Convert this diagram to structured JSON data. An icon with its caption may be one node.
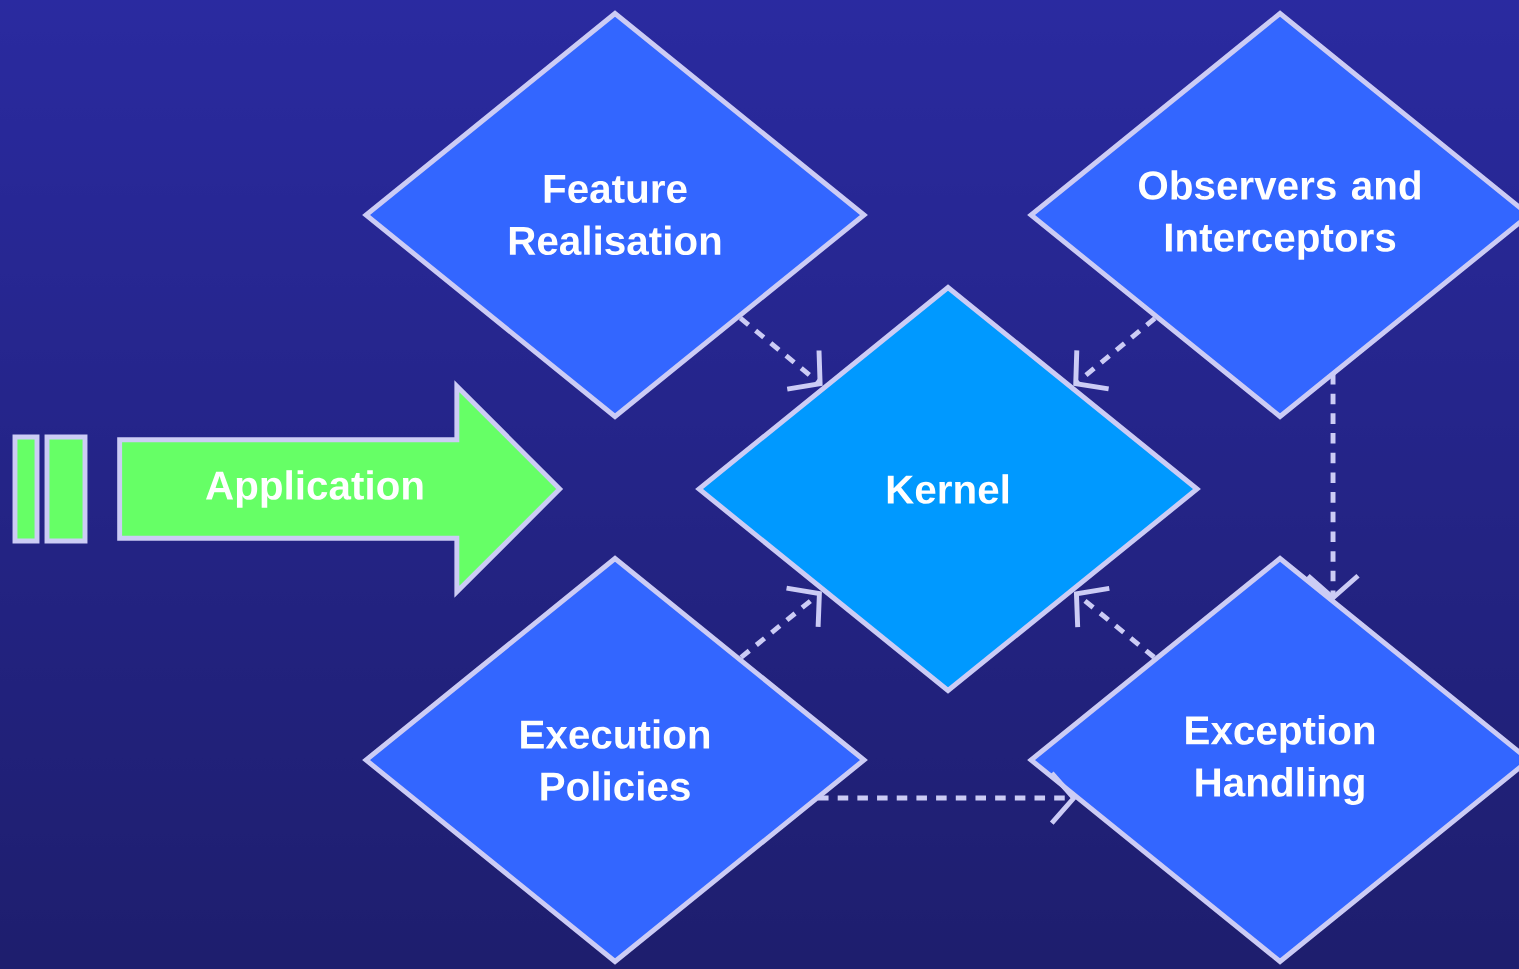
{
  "diagram": {
    "nodes": [
      {
        "text": [
          "Application"
        ]
      },
      {
        "text": [
          "Feature Realisation"
        ]
      },
      {
        "text": [
          "Observers and Interceptors"
        ]
      },
      {
        "text": [
          "Kernel"
        ]
      },
      {
        "text": [
          "Execution Policies"
        ]
      },
      {
        "text": [
          "Exception Handling"
        ]
      }
    ],
    "edges": [
      {
        "from": 1,
        "to": 3,
        "arrow": "to",
        "style": "dashed"
      },
      {
        "from": 2,
        "to": 3,
        "arrow": "to",
        "style": "dashed"
      },
      {
        "from": 4,
        "to": 3,
        "arrow": "to",
        "style": "dashed"
      },
      {
        "from": 5,
        "to": 3,
        "arrow": "to",
        "style": "dashed"
      },
      {
        "from": 2,
        "to": 5,
        "arrow": "to",
        "style": "dashed"
      },
      {
        "from": 4,
        "to": 5,
        "arrow": "to",
        "style": "dashed"
      }
    ]
  }
}
